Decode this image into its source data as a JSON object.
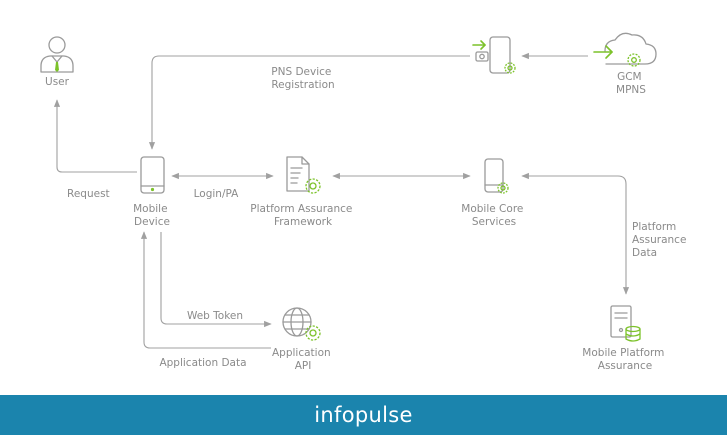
{
  "nodes": {
    "user": [
      "User"
    ],
    "mobile_device": [
      "Mobile",
      "Device"
    ],
    "paf": [
      "Platform Assurance",
      "Framework"
    ],
    "mcs": [
      "Mobile Core",
      "Services"
    ],
    "gcm": [
      "GCM",
      "MPNS"
    ],
    "app_api": [
      "Application",
      "API"
    ],
    "mpa": [
      "Mobile Platform",
      "Assurance"
    ]
  },
  "edges": {
    "request": "Request",
    "pns": [
      "PNS Device",
      "Registration"
    ],
    "login": "Login/PA",
    "web_token": "Web Token",
    "app_data": "Application Data",
    "pa_data": [
      "Platform",
      "Assurance",
      "Data"
    ]
  },
  "footer": {
    "brand": "infopulse"
  },
  "colors": {
    "accent": "#7cc22a",
    "footer_bg": "#1b84ad",
    "line": "#a0a0a0"
  }
}
